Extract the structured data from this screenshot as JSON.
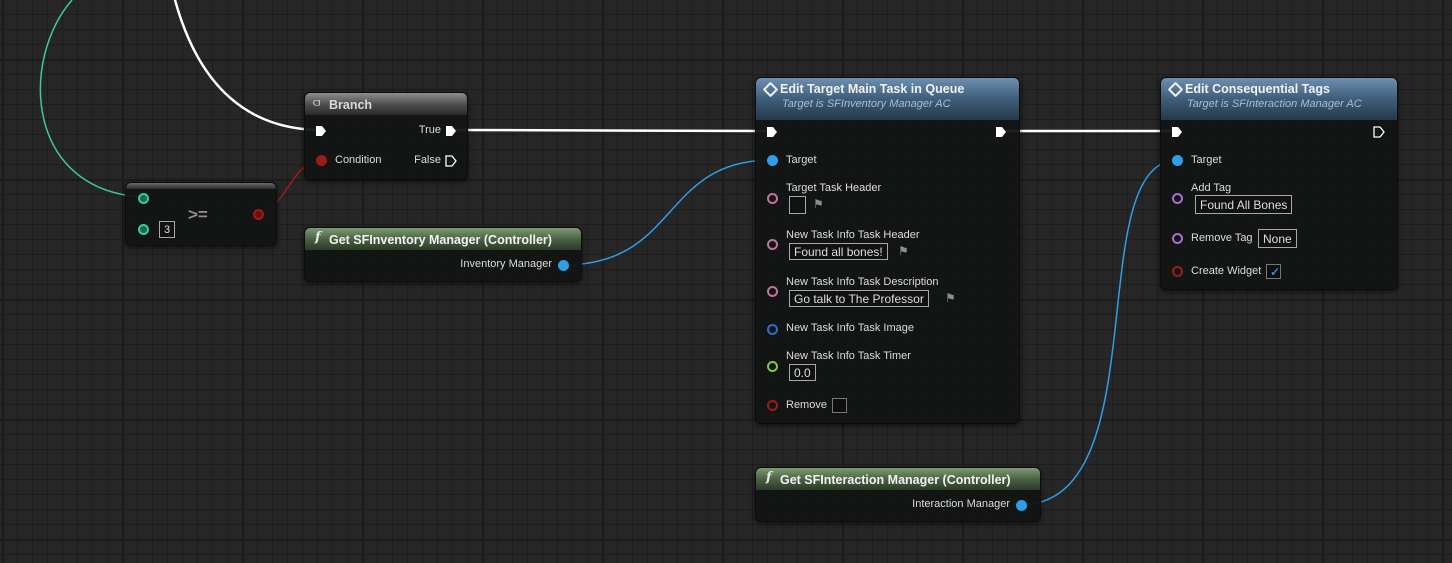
{
  "colors": {
    "exec": "#ffffff",
    "bool": "#9e1b1b",
    "object": "#2e9ee8",
    "string": "#c0749a",
    "gameplay_tag": "#a86fd0",
    "float": "#7ec846",
    "texture": "#2b6cd1",
    "integer": "#3ec996"
  },
  "branch_node": {
    "title": "Branch",
    "icon": "branch-icon",
    "true_label": "True",
    "false_label": "False",
    "condition_label": "Condition"
  },
  "compare_node": {
    "operator": ">=",
    "input_b_value": "3"
  },
  "get_inventory_node": {
    "title": "Get SFInventory Manager (Controller)",
    "icon": "function-icon",
    "output_label": "Inventory Manager"
  },
  "edit_task_node": {
    "title": "Edit Target Main Task in Queue",
    "subtitle": "Target is SFInventory Manager AC",
    "icon": "event-diamond-icon",
    "target_label": "Target",
    "target_task_header_label": "Target Task Header",
    "target_task_header_value": "",
    "new_task_header_label": "New Task Info Task Header",
    "new_task_header_value": "Found all bones!",
    "new_task_description_label": "New Task Info Task Description",
    "new_task_description_value": "Go talk to The Professor",
    "new_task_image_label": "New Task Info Task Image",
    "new_task_timer_label": "New Task Info Task Timer",
    "new_task_timer_value": "0.0",
    "remove_label": "Remove",
    "remove_checked": false
  },
  "edit_tags_node": {
    "title": "Edit Consequential Tags",
    "subtitle": "Target is SFInteraction Manager AC",
    "icon": "event-diamond-icon",
    "target_label": "Target",
    "add_tag_label": "Add Tag",
    "add_tag_value": "Found All Bones",
    "remove_tag_label": "Remove Tag",
    "remove_tag_value": "None",
    "create_widget_label": "Create Widget",
    "create_widget_checked": true
  },
  "get_interaction_node": {
    "title": "Get SFInteraction Manager (Controller)",
    "icon": "function-icon",
    "output_label": "Interaction Manager"
  }
}
